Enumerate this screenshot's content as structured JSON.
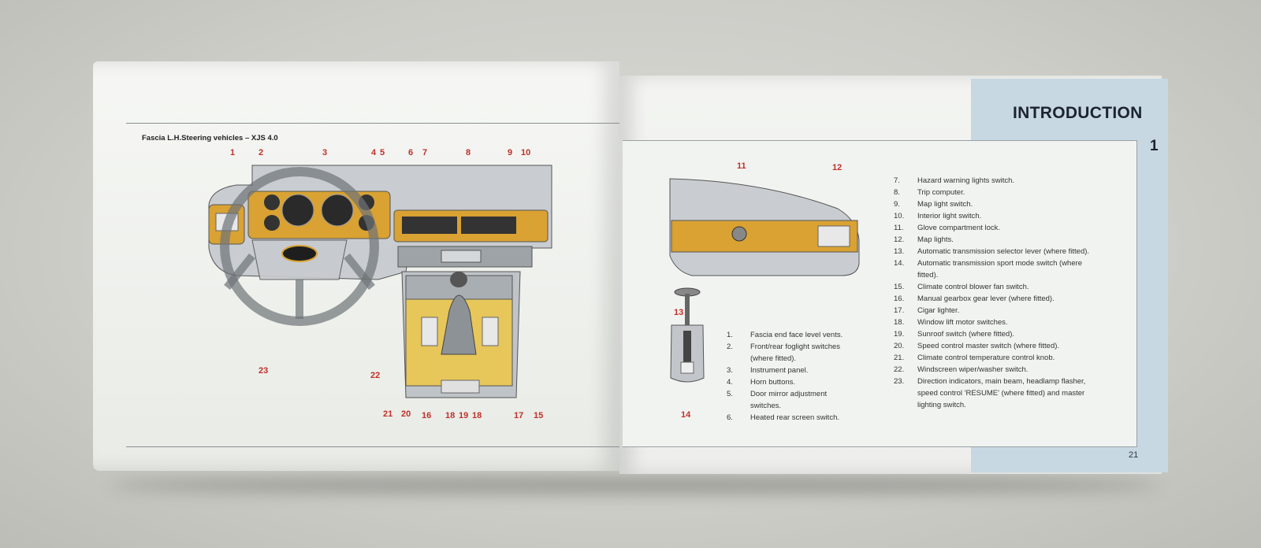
{
  "manual": {
    "section_heading": "INTRODUCTION",
    "chapter_number": "1",
    "page_number": "21",
    "figure_caption": "Fascia L.H.Steering vehicles – XJS 4.0"
  },
  "left_callouts": [
    "1",
    "2",
    "3",
    "4",
    "5",
    "6",
    "7",
    "8",
    "9",
    "10",
    "23",
    "22",
    "21",
    "20",
    "16",
    "18",
    "19",
    "18",
    "17",
    "15"
  ],
  "right_callouts": [
    "11",
    "12",
    "13",
    "14"
  ],
  "key_left": [
    {
      "n": "1.",
      "t": "Fascia end face level vents."
    },
    {
      "n": "2.",
      "t": "Front/rear foglight switches"
    },
    {
      "n": "",
      "t": "(where fitted)."
    },
    {
      "n": "3.",
      "t": "Instrument panel."
    },
    {
      "n": "4.",
      "t": "Horn buttons."
    },
    {
      "n": "5.",
      "t": "Door mirror adjustment"
    },
    {
      "n": "",
      "t": "switches."
    },
    {
      "n": "6.",
      "t": "Heated rear screen switch."
    }
  ],
  "key_right": [
    {
      "n": "7.",
      "t": "Hazard warning lights switch."
    },
    {
      "n": "8.",
      "t": "Trip computer."
    },
    {
      "n": "9.",
      "t": "Map light switch."
    },
    {
      "n": "10.",
      "t": "Interior light switch."
    },
    {
      "n": "11.",
      "t": "Glove compartment lock."
    },
    {
      "n": "12.",
      "t": "Map lights."
    },
    {
      "n": "13.",
      "t": "Automatic transmission selector lever (where fitted)."
    },
    {
      "n": "14.",
      "t": "Automatic transmission sport mode switch (where"
    },
    {
      "n": "",
      "t": "fitted)."
    },
    {
      "n": "15.",
      "t": "Climate control blower fan switch."
    },
    {
      "n": "16.",
      "t": "Manual gearbox gear lever (where fitted)."
    },
    {
      "n": "17.",
      "t": "Cigar lighter."
    },
    {
      "n": "18.",
      "t": "Window lift motor switches."
    },
    {
      "n": "19.",
      "t": "Sunroof switch (where fitted)."
    },
    {
      "n": "20.",
      "t": "Speed control master switch (where fitted)."
    },
    {
      "n": "21.",
      "t": "Climate control temperature control knob."
    },
    {
      "n": "22.",
      "t": "Windscreen wiper/washer switch."
    },
    {
      "n": "23.",
      "t": "Direction indicators, main beam, headlamp flasher,"
    },
    {
      "n": "",
      "t": "speed control 'RESUME' (where fitted) and master"
    },
    {
      "n": "",
      "t": "lighting switch."
    }
  ],
  "colors": {
    "callout": "#c0302a",
    "wood": "#d9a232",
    "band": "#c7d8e3"
  },
  "icons": [
    "steering-wheel-icon",
    "gear-lever-icon",
    "auto-selector-icon"
  ]
}
